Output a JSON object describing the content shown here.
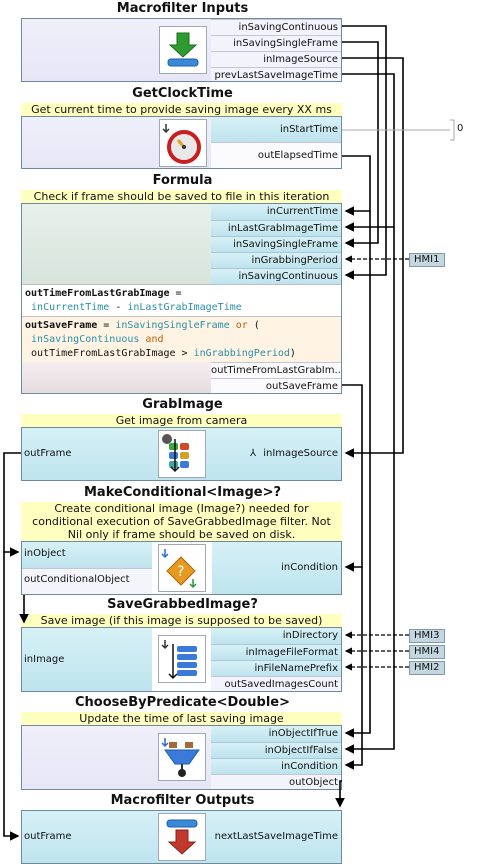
{
  "macrofilter_inputs": {
    "title": "Macrofilter Inputs",
    "ports": [
      "inSavingContinuous",
      "inSavingSingleFrame",
      "inImageSource",
      "prevLastSaveImageTime"
    ]
  },
  "get_clock_time": {
    "title": "GetClockTime",
    "comment": "Get current time to provide saving image every XX ms",
    "inputs": [
      "inStartTime"
    ],
    "outputs": [
      "outElapsedTime"
    ],
    "const_value": "0"
  },
  "formula": {
    "title": "Formula",
    "comment": "Check if frame should be saved to file in this iteration",
    "inputs": [
      "inCurrentTime",
      "inLastGrabImageTime",
      "inSavingSingleFrame",
      "inGrabbingPeriod",
      "inSavingContinuous"
    ],
    "code1_lhs": "outTimeFromLastGrabImage",
    "code1_eq": " =",
    "code1_line2_a": "inCurrentTime",
    "code1_line2_op": " - ",
    "code1_line2_b": "inLastGrabImageTime",
    "code2_lhs": "outSaveFrame",
    "code2_eq": " = ",
    "code2_a": "inSavingSingleFrame",
    "code2_or": " or ",
    "code2_paren": "(",
    "code2_b": "inSavingContinuous",
    "code2_and": " and",
    "code2_c": "outTimeFromLastGrabImage",
    "code2_gt": " > ",
    "code2_d": "inGrabbingPeriod",
    "code2_close": ")",
    "outputs": [
      "outTimeFromLastGrabIm...",
      "outSaveFrame"
    ]
  },
  "grab_image": {
    "title": "GrabImage",
    "comment": "Get image from camera",
    "left_output": "outFrame",
    "input": "inImageSource"
  },
  "make_conditional": {
    "title": "MakeConditional<Image>?",
    "comment_line1": "Create conditional image (Image?) needed for",
    "comment_line2": "conditional execution of SaveGrabbedImage filter. Not",
    "comment_line3": "Nil only if frame should be saved on disk.",
    "left_input": "inObject",
    "left_output": "outConditionalObject",
    "input": "inCondition"
  },
  "save_grabbed_image": {
    "title": "SaveGrabbedImage?",
    "comment": "Save image (if this image is supposed to be saved)",
    "left_input": "inImage",
    "inputs": [
      "inDirectory",
      "inImageFileFormat",
      "inFileNamePrefix"
    ],
    "outputs": [
      "outSavedImagesCount"
    ]
  },
  "choose_by_predicate": {
    "title": "ChooseByPredicate<Double>",
    "comment": "Update the time of last saving image",
    "inputs": [
      "inObjectIfTrue",
      "inObjectIfFalse",
      "inCondition"
    ],
    "outputs": [
      "outObject"
    ]
  },
  "macrofilter_outputs": {
    "title": "Macrofilter Outputs",
    "left_input": "outFrame",
    "output": "nextLastSaveImageTime"
  },
  "hmi": [
    "HMI1",
    "HMI3",
    "HMI4",
    "HMI2"
  ],
  "colors": {
    "wire": "#000000",
    "comment_bg": "#ffffc0",
    "port_bg": "#c6e8f1",
    "hmi_bg": "#c4d7e1"
  }
}
